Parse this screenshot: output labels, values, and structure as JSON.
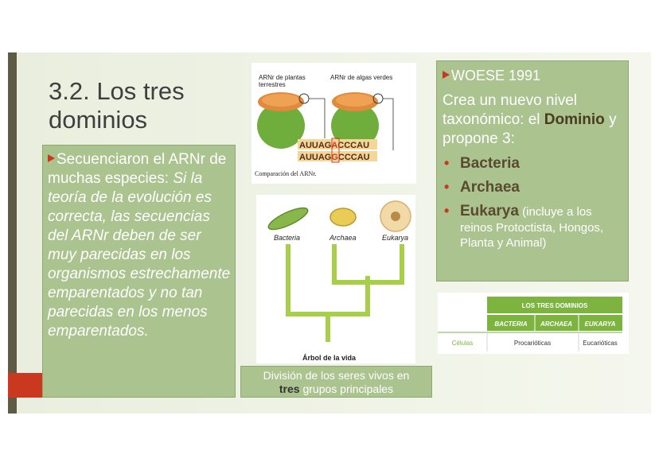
{
  "title": "3.2. Los tres dominios",
  "left_box": {
    "lead": "Secuenciaron el ARNr de muchas especies: ",
    "italic": "Si la teoría de la evolución es correcta, las secuencias del ARNr deben de ser muy parecidas en los organismos estrechamente emparentados y no tan parecidas en los menos emparentados."
  },
  "image_top": {
    "label_left": "ARNr de plantas terrestres",
    "label_right": "ARNr de algas verdes",
    "seq_top_a": "AUUAG",
    "seq_top_mid": "A",
    "seq_top_b": "CCCAU",
    "seq_bot_a": "AUUAG",
    "seq_bot_mid": "G",
    "seq_bot_b": "CCCAU",
    "caption": "Comparación del ARNr."
  },
  "tree": {
    "labels": [
      "Bacteria",
      "Archaea",
      "Eukarya"
    ],
    "bottom": "Árbol de la vida"
  },
  "caption_box": {
    "pre": "División de los seres vivos en",
    "bold": "tres",
    "post": " grupos principales"
  },
  "right_box": {
    "heading": "WOESE 1991",
    "p_pre": "Crea un nuevo nivel taxonómico: el ",
    "p_bold": "Dominio",
    "p_post": " y propone 3:",
    "items": [
      {
        "name": "Bacteria",
        "desc": ""
      },
      {
        "name": "Archaea",
        "desc": ""
      },
      {
        "name": "Eukarya",
        "desc": " (incluye a los reinos Protoctista, Hongos, Planta y Animal)"
      }
    ]
  },
  "table": {
    "header": "LOS TRES DOMINIOS",
    "cols": [
      "BACTERIA",
      "ARCHAEA",
      "EUKARYA"
    ],
    "row_label": "Células",
    "row_cells": [
      "Procarióticas",
      "Eucarióticas"
    ]
  },
  "colors": {
    "green_box": "#abc38f",
    "accent_red": "#c9381f",
    "table_green": "#7db440"
  }
}
